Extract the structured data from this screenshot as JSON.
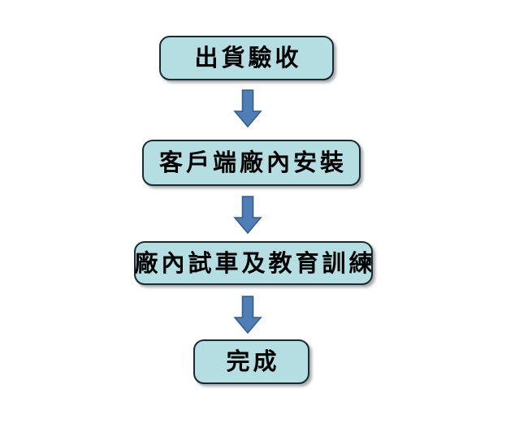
{
  "diagram": {
    "title": "",
    "background_color": "#ffffff",
    "orientation": "vertical-top-down",
    "box_fill_color": "#b5dee3",
    "box_border_color": "#1a2a2e",
    "arrow_fill_color": "#4e7eb5",
    "arrow_border_color": "#385d8a",
    "text_color": "#000000",
    "nodes": [
      {
        "id": "node-1",
        "label": "出貨驗收"
      },
      {
        "id": "node-2",
        "label": "客戶端廠內安裝"
      },
      {
        "id": "node-3",
        "label": "廠內試車及教育訓練"
      },
      {
        "id": "node-4",
        "label": "完成"
      }
    ],
    "connectors": [
      {
        "id": "arrow-1",
        "icon": "down-arrow-icon",
        "from": "node-1",
        "to": "node-2"
      },
      {
        "id": "arrow-2",
        "icon": "down-arrow-icon",
        "from": "node-2",
        "to": "node-3"
      },
      {
        "id": "arrow-3",
        "icon": "down-arrow-icon",
        "from": "node-3",
        "to": "node-4"
      }
    ]
  }
}
